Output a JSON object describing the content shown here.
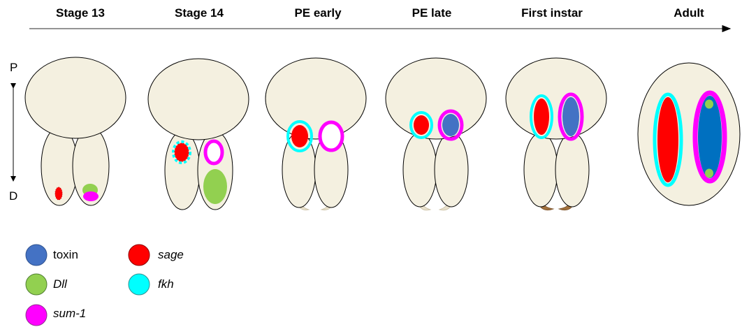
{
  "stages": [
    {
      "label": "Stage 13"
    },
    {
      "label": "Stage 14"
    },
    {
      "label": "PE early"
    },
    {
      "label": "PE late"
    },
    {
      "label": "First instar"
    },
    {
      "label": "Adult"
    }
  ],
  "axis": {
    "top": "P",
    "bottom": "D"
  },
  "legend": [
    {
      "label": "toxin",
      "color": "#4472c4",
      "italic": false
    },
    {
      "label": "sage",
      "color": "#ff0000",
      "italic": true
    },
    {
      "label": "Dll",
      "color": "#92d050",
      "italic": true
    },
    {
      "label": "fkh",
      "color": "#00ffff",
      "italic": true
    },
    {
      "label": "sum-1",
      "color": "#ff00ff",
      "italic": true
    }
  ],
  "colors": {
    "tissue": "#f4f0e0",
    "toxin": "#4472c4",
    "adult_toxin": "#0070c0",
    "sage": "#ff0000",
    "dll": "#92d050",
    "fkh": "#00ffff",
    "sum1": "#ff00ff",
    "claw_light": "#e8e0cc",
    "claw_dark": "#a0703c"
  }
}
